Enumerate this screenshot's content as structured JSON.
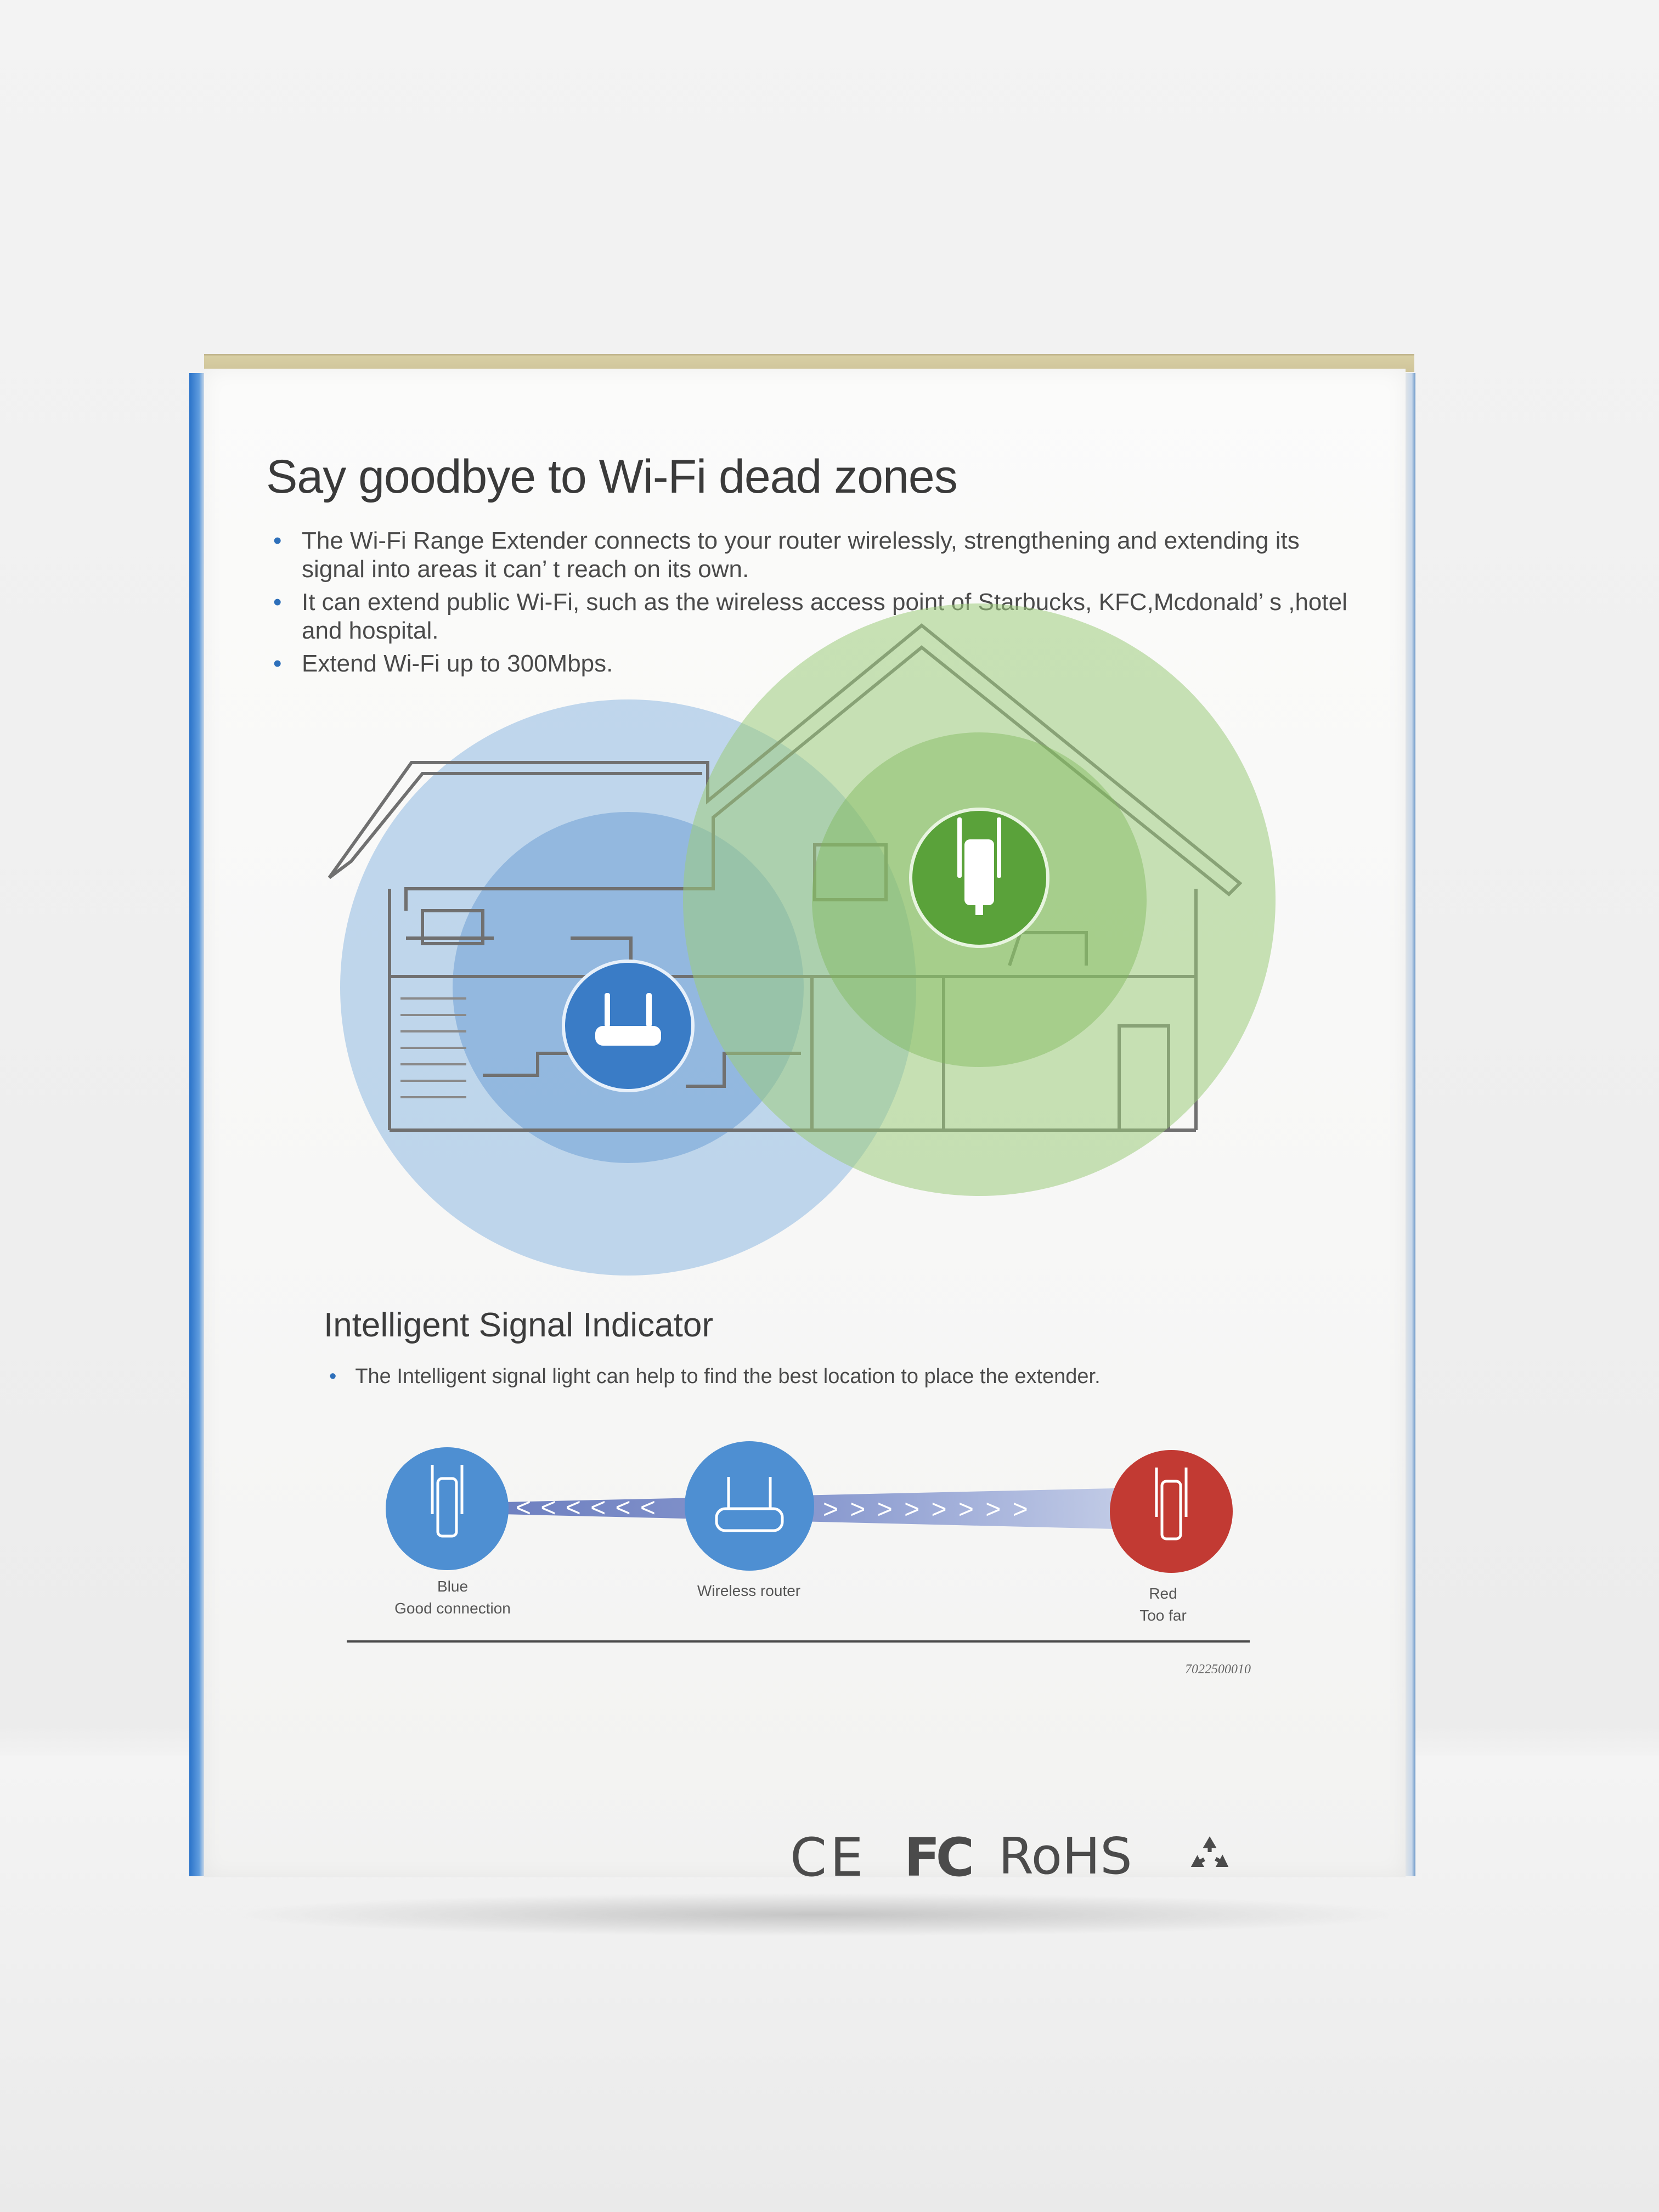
{
  "headline": "Say goodbye to Wi-Fi dead zones",
  "bullets": [
    "The Wi-Fi Range Extender connects to your router wirelessly, strengthening and extending its signal into areas it can’ t reach on its own.",
    "It can extend public Wi-Fi, such as the wireless access point of Starbucks, KFC,Mcdonald’ s ,hotel and hospital.",
    "Extend Wi-Fi up to 300Mbps."
  ],
  "bullet_symbol": "•",
  "section2": {
    "title": "Intelligent Signal Indicator",
    "bullet": "The Intelligent signal light can help to find the best location to place the extender."
  },
  "indicator": {
    "blue_label_line1": "Blue",
    "blue_label_line2": "Good connection",
    "router_label": "Wireless router",
    "red_label_line1": "Red",
    "red_label_line2": "Too far",
    "left_arrows": "< < < < < <",
    "right_arrows": "> > > > > > > >"
  },
  "product_code": "7022500010",
  "certifications": {
    "ce": "CE",
    "fc": "FC",
    "rohs": "RoHS"
  },
  "colors": {
    "router_blue": "#3a7cc6",
    "signal_blue": "#8fb9e2",
    "extender_green": "#5aa23a",
    "signal_green": "#9ccc7c",
    "indicator_blue": "#4e8fd2",
    "indicator_red": "#c23a33",
    "box_edge_blue": "#2a73c9"
  },
  "icons": [
    "router-icon",
    "extender-icon",
    "recycle-icon"
  ]
}
